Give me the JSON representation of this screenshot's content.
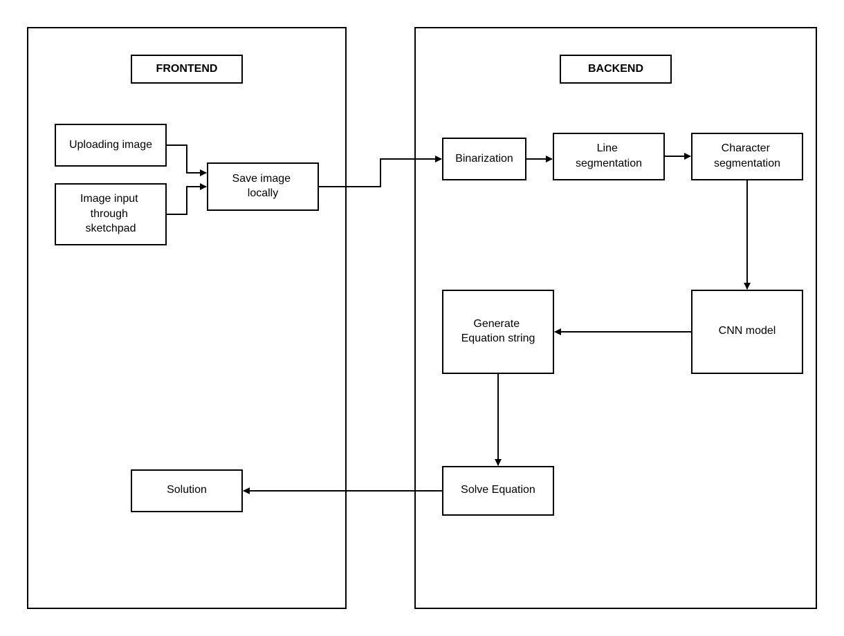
{
  "panels": {
    "frontend": "FRONTEND",
    "backend": "BACKEND"
  },
  "nodes": {
    "uploading_image": [
      "Uploading image"
    ],
    "sketchpad_input": [
      "Image input",
      "through",
      "sketchpad"
    ],
    "save_image": [
      "Save image",
      "locally"
    ],
    "binarization": [
      "Binarization"
    ],
    "line_segmentation": [
      "Line",
      "segmentation"
    ],
    "character_segmentation": [
      "Character",
      "segmentation"
    ],
    "cnn_model": [
      "CNN model"
    ],
    "generate_equation": [
      "Generate",
      "Equation string"
    ],
    "solve_equation": [
      "Solve Equation"
    ],
    "solution": [
      "Solution"
    ]
  },
  "edges": [
    {
      "from": "uploading_image",
      "to": "save_image"
    },
    {
      "from": "sketchpad_input",
      "to": "save_image"
    },
    {
      "from": "save_image",
      "to": "binarization"
    },
    {
      "from": "binarization",
      "to": "line_segmentation"
    },
    {
      "from": "line_segmentation",
      "to": "character_segmentation"
    },
    {
      "from": "character_segmentation",
      "to": "cnn_model"
    },
    {
      "from": "cnn_model",
      "to": "generate_equation"
    },
    {
      "from": "generate_equation",
      "to": "solve_equation"
    },
    {
      "from": "solve_equation",
      "to": "solution"
    }
  ]
}
